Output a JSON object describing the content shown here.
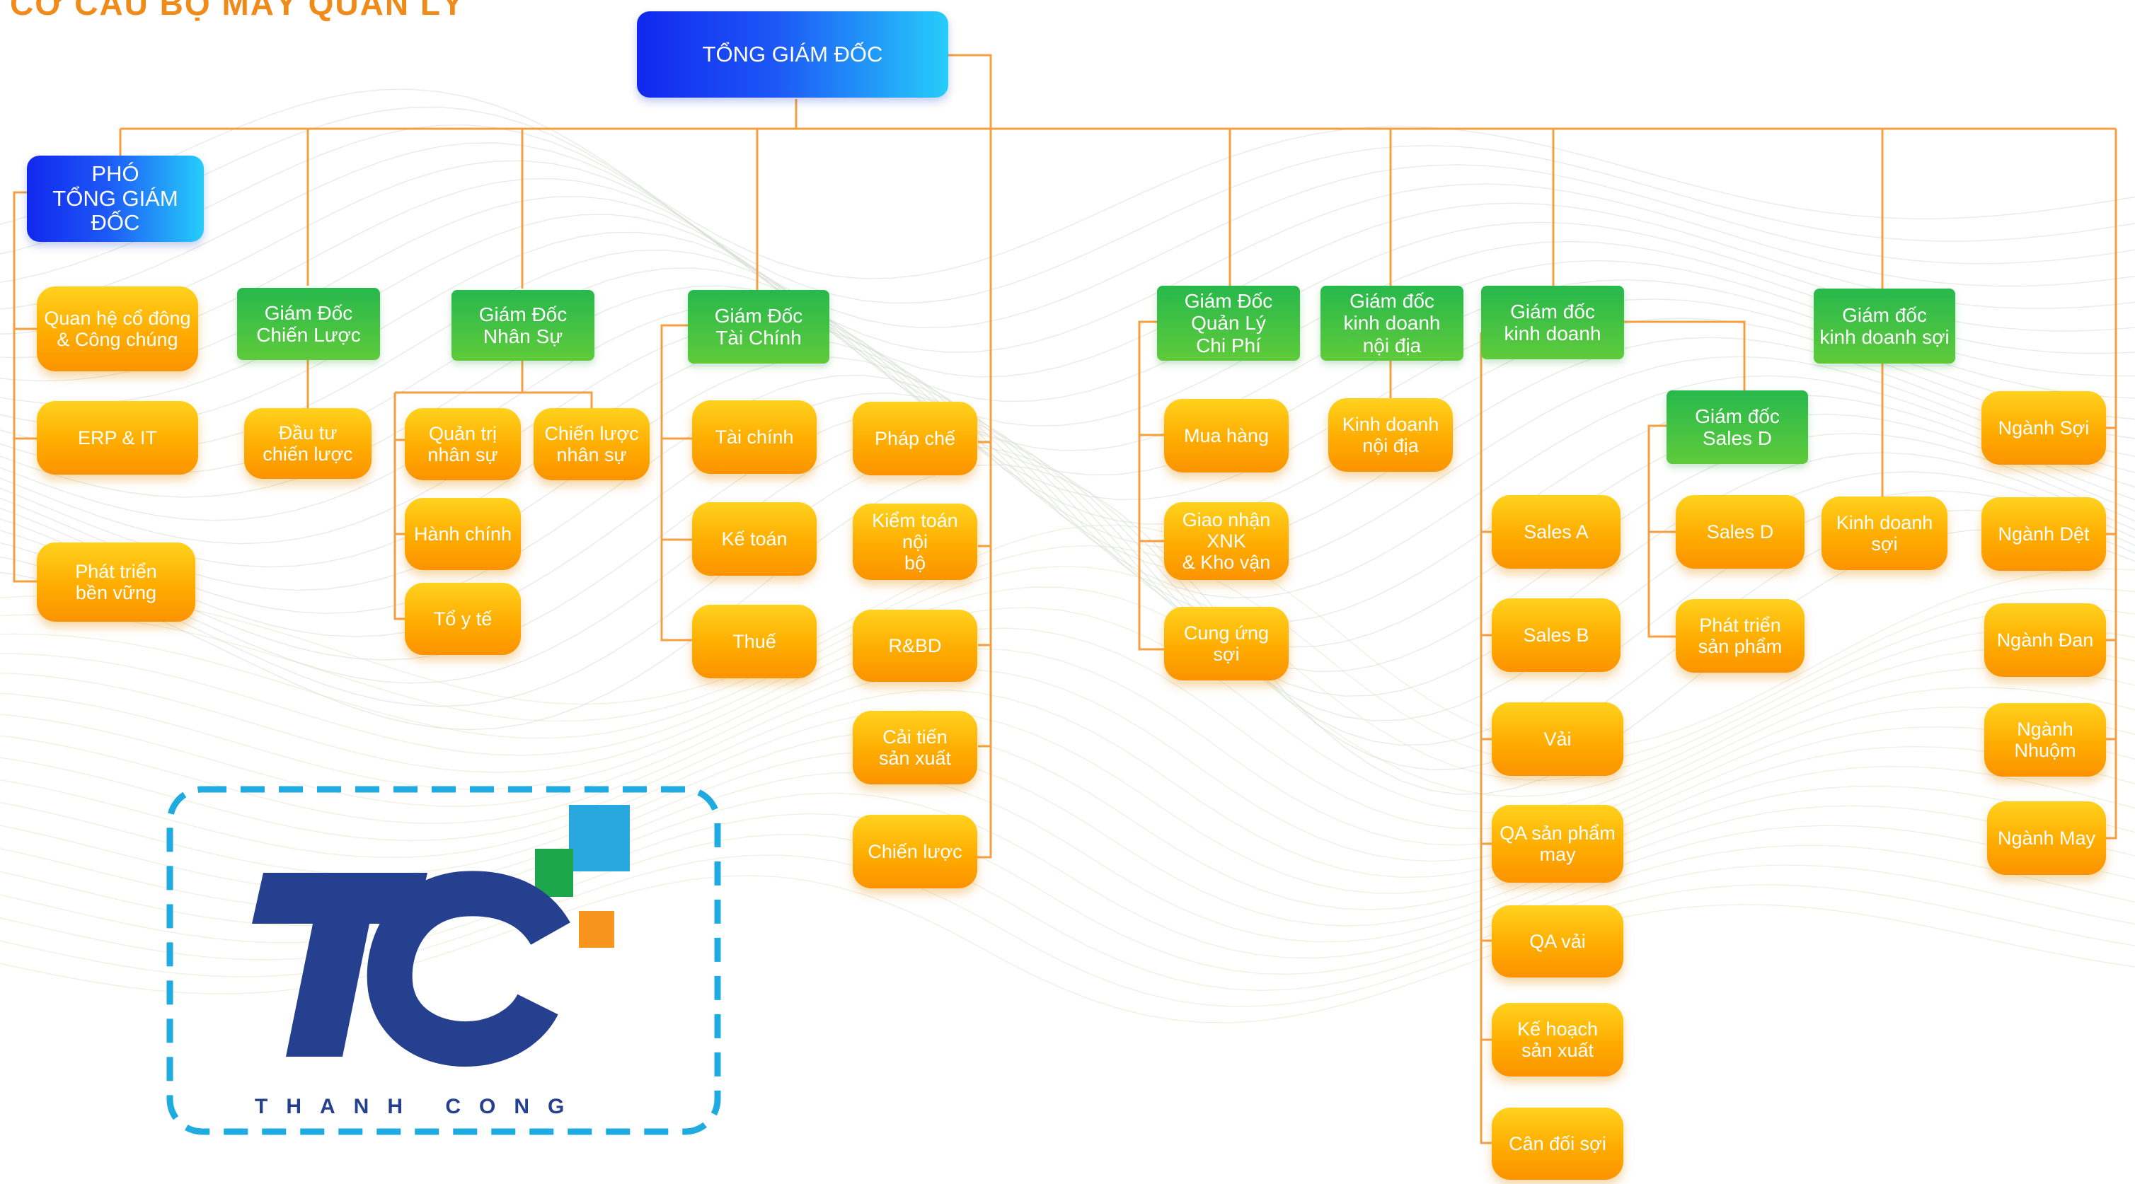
{
  "header": {
    "title": "CƠ CẤU BỘ MÁY QUẢN LÝ"
  },
  "colors": {
    "orange": "#ffac00",
    "green": "#27b84c",
    "blue": "#1128ee",
    "connector": "#f5a040",
    "logo_navy": "#25408f"
  },
  "nodes": [
    {
      "key": "ceo",
      "label": "TỔNG GIÁM ĐỐC",
      "style": "b"
    },
    {
      "key": "deputy_ceo",
      "label": "PHÓ\nTỔNG GIÁM ĐỐC",
      "style": "b"
    },
    {
      "key": "investor_relations",
      "label": "Quan hệ cổ đông\n& Công chúng",
      "style": "o"
    },
    {
      "key": "erp_it",
      "label": "ERP & IT",
      "style": "o"
    },
    {
      "key": "sustainability",
      "label": "Phát triển\nbền vững",
      "style": "o"
    },
    {
      "key": "strategy_director",
      "label": "Giám Đốc\nChiến Lược",
      "style": "g"
    },
    {
      "key": "strategic_investment",
      "label": "Đầu tư\nchiến lược",
      "style": "o"
    },
    {
      "key": "hr_director",
      "label": "Giám Đốc\nNhân Sự",
      "style": "g"
    },
    {
      "key": "hr_admin",
      "label": "Quản trị\nnhân sự",
      "style": "o"
    },
    {
      "key": "hr_strategy",
      "label": "Chiến lược\nnhân sự",
      "style": "o"
    },
    {
      "key": "administration",
      "label": "Hành chính",
      "style": "o"
    },
    {
      "key": "medical",
      "label": "Tổ y tế",
      "style": "o"
    },
    {
      "key": "finance_director",
      "label": "Giám Đốc\nTài Chính",
      "style": "g"
    },
    {
      "key": "finance",
      "label": "Tài chính",
      "style": "o"
    },
    {
      "key": "accounting",
      "label": "Kế toán",
      "style": "o"
    },
    {
      "key": "tax",
      "label": "Thuế",
      "style": "o"
    },
    {
      "key": "legal",
      "label": "Pháp chế",
      "style": "o"
    },
    {
      "key": "internal_audit",
      "label": "Kiểm toán nội\nbộ",
      "style": "o"
    },
    {
      "key": "rbd",
      "label": "R&BD",
      "style": "o"
    },
    {
      "key": "production_improvement",
      "label": "Cải tiến\nsản xuất",
      "style": "o"
    },
    {
      "key": "strategy",
      "label": "Chiến lược",
      "style": "o"
    },
    {
      "key": "cost_director",
      "label": "Giám Đốc\nQuản Lý\nChi Phí",
      "style": "g"
    },
    {
      "key": "purchasing",
      "label": "Mua hàng",
      "style": "o"
    },
    {
      "key": "logistics",
      "label": "Giao nhận\nXNK\n& Kho vận",
      "style": "o"
    },
    {
      "key": "yarn_supply",
      "label": "Cung ứng\nsợi",
      "style": "o"
    },
    {
      "key": "domestic_director",
      "label": "Giám đốc\nkinh doanh\nnội địa",
      "style": "g"
    },
    {
      "key": "domestic_sales",
      "label": "Kinh doanh\nnội địa",
      "style": "o"
    },
    {
      "key": "sales_director",
      "label": "Giám đốc\nkinh doanh",
      "style": "g"
    },
    {
      "key": "sales_a",
      "label": "Sales A",
      "style": "o"
    },
    {
      "key": "sales_b",
      "label": "Sales B",
      "style": "o"
    },
    {
      "key": "fabric",
      "label": "Vải",
      "style": "o"
    },
    {
      "key": "qa_garment",
      "label": "QA sản phẩm\nmay",
      "style": "o"
    },
    {
      "key": "qa_fabric",
      "label": "QA vải",
      "style": "o"
    },
    {
      "key": "production_planning",
      "label": "Kế hoạch\nsản xuất",
      "style": "o"
    },
    {
      "key": "yarn_balance",
      "label": "Cân đối sợi",
      "style": "o"
    },
    {
      "key": "sales_d_director",
      "label": "Giám đốc\nSales D",
      "style": "g"
    },
    {
      "key": "sales_d",
      "label": "Sales D",
      "style": "o"
    },
    {
      "key": "product_development",
      "label": "Phát triển\nsản phẩm",
      "style": "o"
    },
    {
      "key": "yarn_sales_director",
      "label": "Giám đốc\nkinh doanh sợi",
      "style": "g"
    },
    {
      "key": "yarn_sales",
      "label": "Kinh doanh\nsợi",
      "style": "o"
    },
    {
      "key": "yarn_industry",
      "label": "Ngành Sợi",
      "style": "o"
    },
    {
      "key": "textile_industry",
      "label": "Ngành Dệt",
      "style": "o"
    },
    {
      "key": "knit_industry",
      "label": "Ngành Đan",
      "style": "o"
    },
    {
      "key": "dye_industry",
      "label": "Ngành\nNhuộm",
      "style": "o"
    },
    {
      "key": "garment_industry",
      "label": "Ngành May",
      "style": "o"
    }
  ],
  "logo": {
    "text": "THANH CONG",
    "mark": "TC"
  }
}
